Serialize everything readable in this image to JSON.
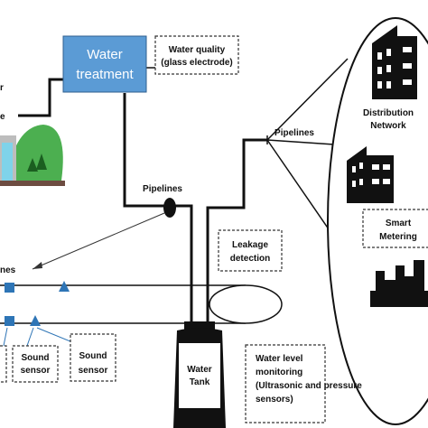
{
  "colors": {
    "treatment_fill": "#5b9bd5",
    "pipe": "#111111",
    "sensor_blue": "#2e75b6",
    "tree_green": "#4caf50",
    "building": "#111111"
  },
  "water_treatment": {
    "line1": "Water",
    "line2": "treatment"
  },
  "water_quality": {
    "line1": "Water quality",
    "line2": "(glass electrode)"
  },
  "pipelines_left": "Pipelines",
  "pipelines_right": "Pipelines",
  "leakage": {
    "line1": "Leakage",
    "line2": "detection"
  },
  "water_tank": {
    "line1": "Water",
    "line2": "Tank"
  },
  "water_level": {
    "line1": "Water level",
    "line2": "monitoring",
    "line3": "(Ultrasonic and pressure",
    "line4": "sensors)"
  },
  "distribution": {
    "line1": "Distribution",
    "line2": "Network"
  },
  "smart_metering": {
    "line1": "Smart",
    "line2": "Metering"
  },
  "pipelines_cut": "nes",
  "source_cut": {
    "line1": "r",
    "line2": "e"
  },
  "sound_sensor_1": {
    "line1": "Sound",
    "line2": "sensor"
  },
  "sound_sensor_2": {
    "line1": "Sound",
    "line2": "sensor"
  },
  "icons": [
    "dam-icon",
    "building-icon",
    "building-icon",
    "city-skyline-icon",
    "sensor-square-icon",
    "sensor-triangle-icon",
    "valve-icon"
  ]
}
